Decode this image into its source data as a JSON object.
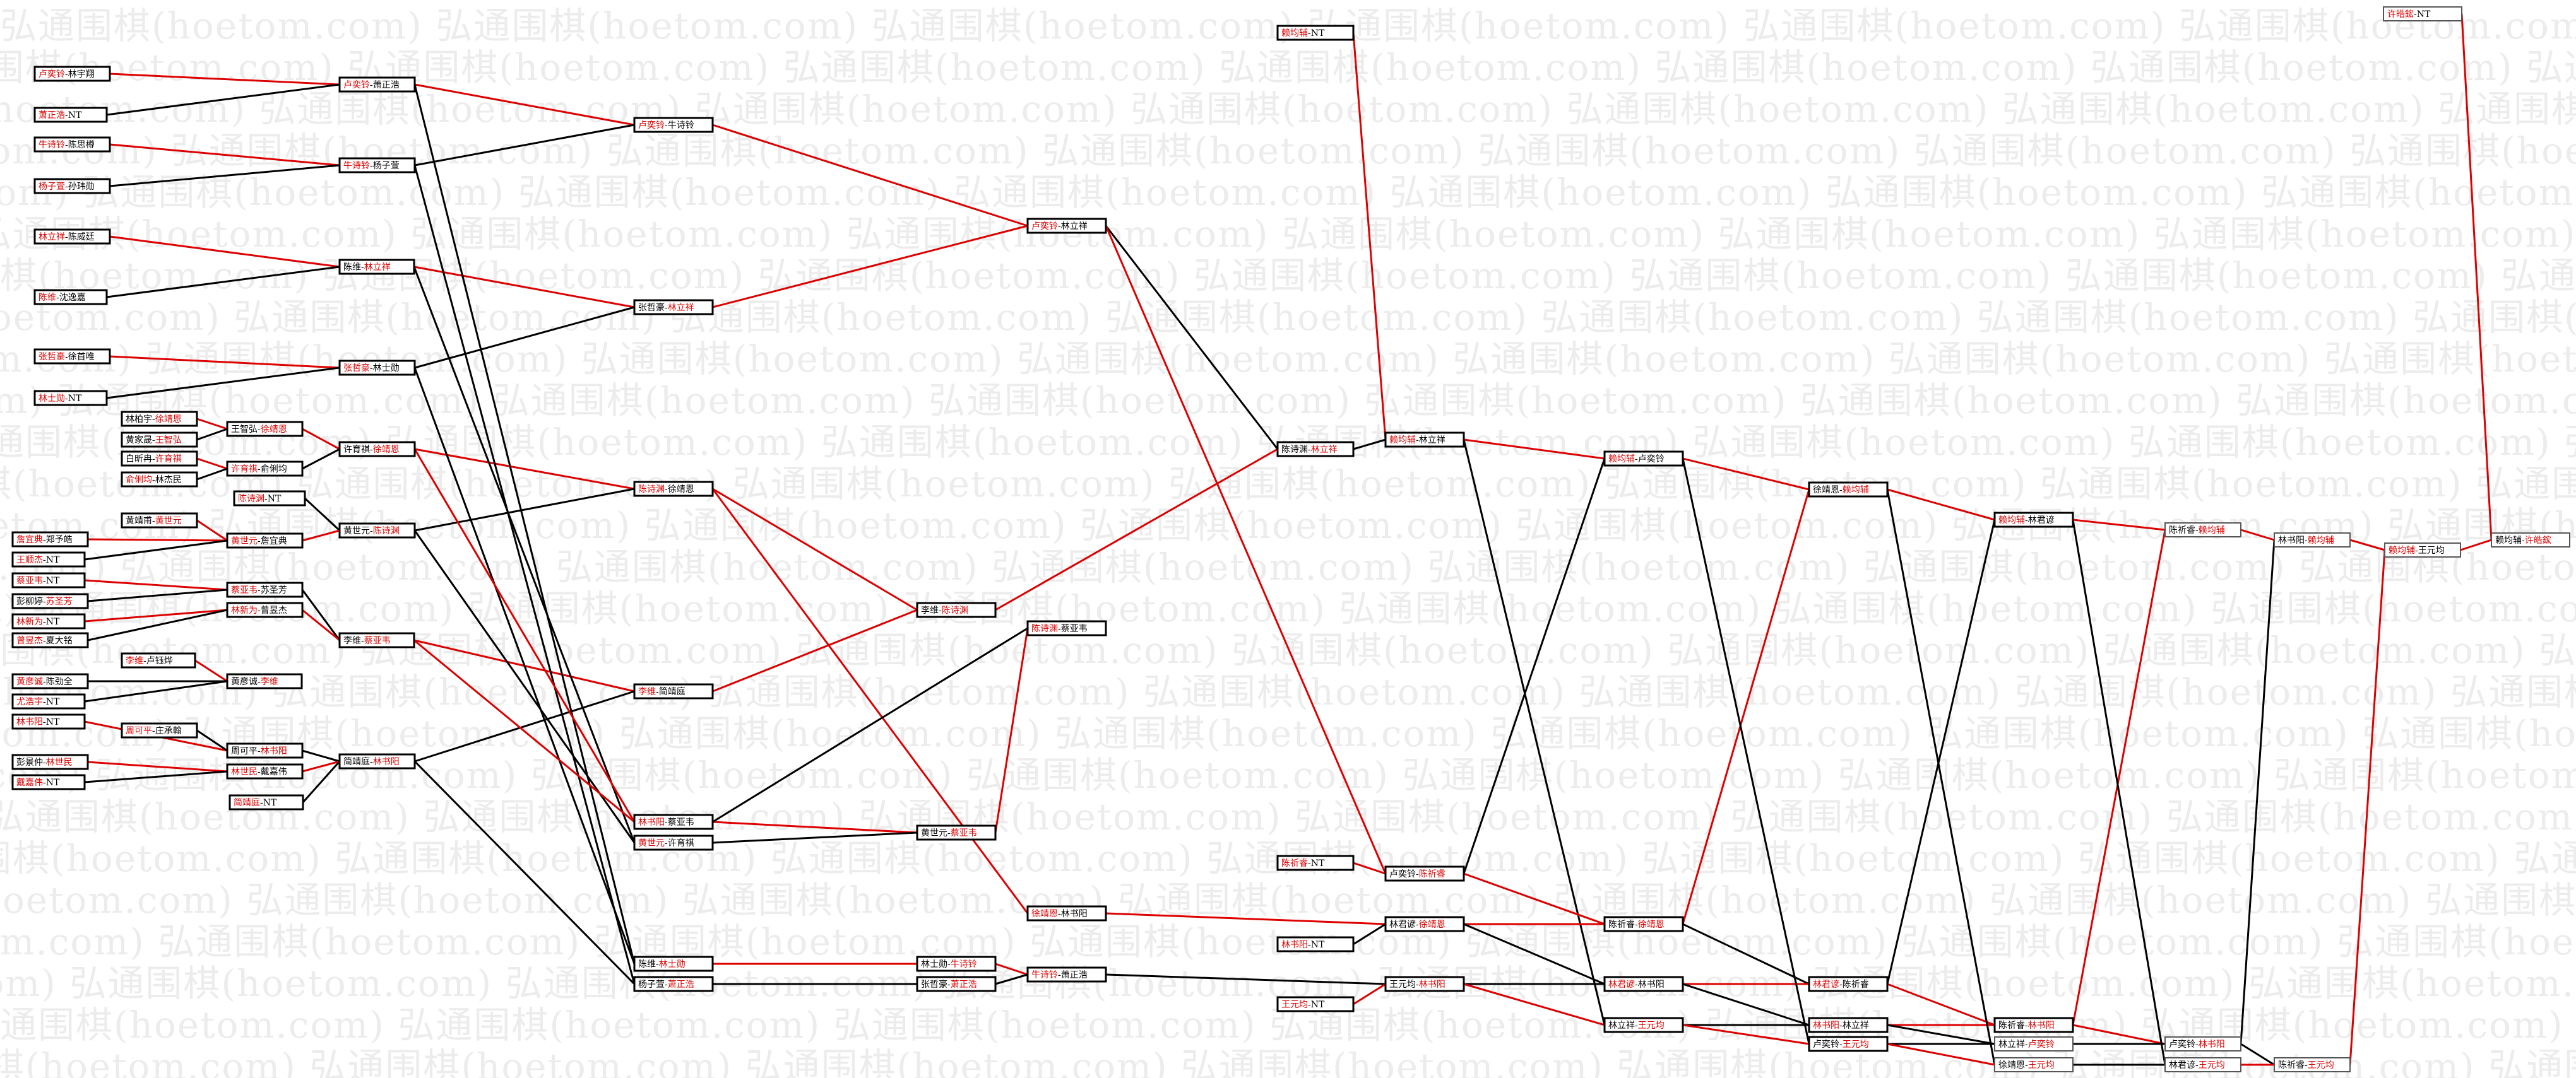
{
  "watermark_text": "弘通围棋(hoetom.com)",
  "colors": {
    "win": "#dd0000",
    "loss": "#000000",
    "line_win": "#dd0000",
    "line_loss": "#000000"
  },
  "boxes": [
    {
      "id": "l1",
      "a": "卢奕铃",
      "b": "林宇翔",
      "w": "a"
    },
    {
      "id": "l2",
      "a": "萧正浩",
      "b": "NT",
      "w": "a"
    },
    {
      "id": "l3",
      "a": "牛诗铃",
      "b": "陈思樽",
      "w": "a"
    },
    {
      "id": "l4",
      "a": "杨子萱",
      "b": "孙玮勋",
      "w": "a"
    },
    {
      "id": "l5",
      "a": "林立祥",
      "b": "陈威廷",
      "w": "a"
    },
    {
      "id": "l6",
      "a": "陈维",
      "b": "沈逸嘉",
      "w": "a"
    },
    {
      "id": "l7",
      "a": "张哲豪",
      "b": "徐首唯",
      "w": "a"
    },
    {
      "id": "l8",
      "a": "林士勋",
      "b": "NT",
      "w": "a"
    },
    {
      "id": "l9",
      "a": "林柏宇",
      "b": "徐靖恩",
      "w": "b"
    },
    {
      "id": "l10",
      "a": "黄家晟",
      "b": "王智弘",
      "w": "b"
    },
    {
      "id": "l11",
      "a": "白昕冉",
      "b": "许育祺",
      "w": "b"
    },
    {
      "id": "l12",
      "a": "俞俐均",
      "b": "林杰民",
      "w": "a"
    },
    {
      "id": "l13",
      "a": "陈诗渊",
      "b": "NT",
      "w": "a"
    },
    {
      "id": "l14",
      "a": "黄靖甫",
      "b": "黄世元",
      "w": "b"
    },
    {
      "id": "l15",
      "a": "詹宜典",
      "b": "郑予皓",
      "w": "a"
    },
    {
      "id": "l16",
      "a": "王顺杰",
      "b": "NT",
      "w": "a"
    },
    {
      "id": "l17",
      "a": "蔡亚韦",
      "b": "NT",
      "w": "a"
    },
    {
      "id": "l18",
      "a": "彭柳婷",
      "b": "苏圣芳",
      "w": "b"
    },
    {
      "id": "l19",
      "a": "林新为",
      "b": "NT",
      "w": "a"
    },
    {
      "id": "l20",
      "a": "曾昱杰",
      "b": "夏大铭",
      "w": "a"
    },
    {
      "id": "l21",
      "a": "李维",
      "b": "卢钰烨",
      "w": "a"
    },
    {
      "id": "l22",
      "a": "黄彦诚",
      "b": "陈劲全",
      "w": "a"
    },
    {
      "id": "l23",
      "a": "尤浩宇",
      "b": "NT",
      "w": "a"
    },
    {
      "id": "l24",
      "a": "林书阳",
      "b": "NT",
      "w": "a"
    },
    {
      "id": "l25",
      "a": "周可平",
      "b": "庄承翰",
      "w": "a"
    },
    {
      "id": "l26",
      "a": "彭景仲",
      "b": "林世民",
      "w": "b"
    },
    {
      "id": "l27",
      "a": "戴嘉伟",
      "b": "NT",
      "w": "a"
    },
    {
      "id": "l28",
      "a": "简靖庭",
      "b": "NT",
      "w": "a"
    },
    {
      "id": "r1a",
      "a": "卢奕铃",
      "b": "萧正浩",
      "w": "a"
    },
    {
      "id": "r1b",
      "a": "牛诗铃",
      "b": "杨子萱",
      "w": "a"
    },
    {
      "id": "r1c",
      "a": "陈维",
      "b": "林立祥",
      "w": "b"
    },
    {
      "id": "r1d",
      "a": "张哲豪",
      "b": "林士勋",
      "w": "a"
    },
    {
      "id": "r1e",
      "a": "王智弘",
      "b": "徐靖恩",
      "w": "b"
    },
    {
      "id": "r1f",
      "a": "许育祺",
      "b": "俞俐均",
      "w": "a"
    },
    {
      "id": "r1g",
      "a": "黄世元",
      "b": "詹宜典",
      "w": "a"
    },
    {
      "id": "r1h",
      "a": "蔡亚韦",
      "b": "苏圣芳",
      "w": "a"
    },
    {
      "id": "r1i",
      "a": "林新为",
      "b": "曾昱杰",
      "w": "a"
    },
    {
      "id": "r1j",
      "a": "黄彦诚",
      "b": "李维",
      "w": "b"
    },
    {
      "id": "r1k",
      "a": "周可平",
      "b": "林书阳",
      "w": "b"
    },
    {
      "id": "r1l",
      "a": "林世民",
      "b": "戴嘉伟",
      "w": "a"
    },
    {
      "id": "r2a",
      "a": "卢奕铃",
      "b": "萧正浩",
      "w": "a"
    },
    {
      "id": "r2b",
      "a": "牛诗铃",
      "b": "杨子萱",
      "w": "a"
    },
    {
      "id": "r2c",
      "a": "陈维",
      "b": "林立祥",
      "w": "b"
    },
    {
      "id": "r2d",
      "a": "张哲豪",
      "b": "林士勋",
      "w": "a"
    },
    {
      "id": "r2e",
      "a": "许育祺",
      "b": "徐靖恩",
      "w": "b"
    },
    {
      "id": "r2f",
      "a": "黄世元",
      "b": "陈诗渊",
      "w": "b"
    },
    {
      "id": "r2g",
      "a": "李维",
      "b": "蔡亚韦",
      "w": "b"
    },
    {
      "id": "r2h",
      "a": "简靖庭",
      "b": "林书阳",
      "w": "b"
    },
    {
      "id": "r3a",
      "a": "卢奕铃",
      "b": "牛诗铃",
      "w": "a"
    },
    {
      "id": "r3b",
      "a": "张哲豪",
      "b": "林立祥",
      "w": "b"
    },
    {
      "id": "r3c",
      "a": "陈诗渊",
      "b": "徐靖恩",
      "w": "a"
    },
    {
      "id": "r3d",
      "a": "李维",
      "b": "简靖庭",
      "w": "a"
    },
    {
      "id": "r3e",
      "a": "林书阳",
      "b": "蔡亚韦",
      "w": "a"
    },
    {
      "id": "r3f",
      "a": "黄世元",
      "b": "许育祺",
      "w": "a"
    },
    {
      "id": "r3g",
      "a": "陈维",
      "b": "林士勋",
      "w": "b"
    },
    {
      "id": "r3h",
      "a": "杨子萱",
      "b": "萧正浩",
      "w": "b"
    },
    {
      "id": "r4a",
      "a": "卢奕铃",
      "b": "林立祥",
      "w": "a"
    },
    {
      "id": "r4b",
      "a": "李维",
      "b": "陈诗渊",
      "w": "b"
    },
    {
      "id": "r4c",
      "a": "黄世元",
      "b": "蔡亚韦",
      "w": "b"
    },
    {
      "id": "r4d",
      "a": "林士勋",
      "b": "牛诗铃",
      "w": "b"
    },
    {
      "id": "r4e",
      "a": "张哲豪",
      "b": "萧正浩",
      "w": "b"
    },
    {
      "id": "r5a",
      "a": "陈诗渊",
      "b": "蔡亚韦",
      "w": "a"
    },
    {
      "id": "r5b",
      "a": "徐靖恩",
      "b": "林书阳",
      "w": "a"
    },
    {
      "id": "r5c",
      "a": "牛诗铃",
      "b": "萧正浩",
      "w": "a"
    },
    {
      "id": "r6a",
      "a": "赖均辅",
      "b": "NT",
      "w": "a"
    },
    {
      "id": "r6b",
      "a": "陈诗渊",
      "b": "林立祥",
      "w": "b"
    },
    {
      "id": "r6c",
      "a": "陈祈睿",
      "b": "NT",
      "w": "a"
    },
    {
      "id": "r6d",
      "a": "卢奕铃",
      "b": "陈祈睿",
      "w": "b"
    },
    {
      "id": "r6e",
      "a": "林书阳",
      "b": "NT",
      "w": "a"
    },
    {
      "id": "r6f",
      "a": "林君谚",
      "b": "徐靖恩",
      "w": "b"
    },
    {
      "id": "r6g",
      "a": "王元均",
      "b": "NT",
      "w": "a"
    },
    {
      "id": "r6h",
      "a": "王元均",
      "b": "林书阳",
      "w": "b"
    },
    {
      "id": "r7a",
      "a": "赖均辅",
      "b": "林立祥",
      "w": "a"
    },
    {
      "id": "r8a",
      "a": "赖均辅",
      "b": "卢奕铃",
      "w": "a"
    },
    {
      "id": "r8b",
      "a": "陈祈睿",
      "b": "徐靖恩",
      "w": "b"
    },
    {
      "id": "r8c",
      "a": "林君谚",
      "b": "林书阳",
      "w": "a"
    },
    {
      "id": "r8d",
      "a": "林立祥",
      "b": "王元均",
      "w": "b"
    },
    {
      "id": "r9a",
      "a": "徐靖恩",
      "b": "赖均辅",
      "w": "b"
    },
    {
      "id": "r9b",
      "a": "林君谚",
      "b": "陈祈睿",
      "w": "a"
    },
    {
      "id": "r9c",
      "a": "林书阳",
      "b": "林立祥",
      "w": "a"
    },
    {
      "id": "r9d",
      "a": "卢奕铃",
      "b": "王元均",
      "w": "b"
    },
    {
      "id": "r10a",
      "a": "赖均辅",
      "b": "林君谚",
      "w": "a"
    },
    {
      "id": "r10b",
      "a": "陈祈睿",
      "b": "林书阳",
      "w": "b"
    },
    {
      "id": "r10c",
      "a": "林立祥",
      "b": "卢奕铃",
      "w": "b",
      "gray": true
    },
    {
      "id": "r10d",
      "a": "徐靖恩",
      "b": "王元均",
      "w": "b",
      "gray": true
    },
    {
      "id": "r11a",
      "a": "陈祈睿",
      "b": "赖均辅",
      "w": "b",
      "gray": true
    },
    {
      "id": "r11b",
      "a": "卢奕铃",
      "b": "林书阳",
      "w": "b",
      "gray": true
    },
    {
      "id": "r11c",
      "a": "林君谚",
      "b": "王元均",
      "w": "b",
      "gray": true
    },
    {
      "id": "r12a",
      "a": "林书阳",
      "b": "赖均辅",
      "w": "b",
      "gray": true
    },
    {
      "id": "r12b",
      "a": "陈祈睿",
      "b": "王元均",
      "w": "b",
      "gray": true
    },
    {
      "id": "r13a",
      "a": "赖均辅",
      "b": "王元均",
      "w": "a",
      "gray": true
    },
    {
      "id": "r14a",
      "a": "赖均辅",
      "b": "许皓鋐",
      "w": "b",
      "gray": true
    },
    {
      "id": "r15a",
      "a": "许皓鋐",
      "b": "NT",
      "w": "a",
      "gray": true
    }
  ]
}
